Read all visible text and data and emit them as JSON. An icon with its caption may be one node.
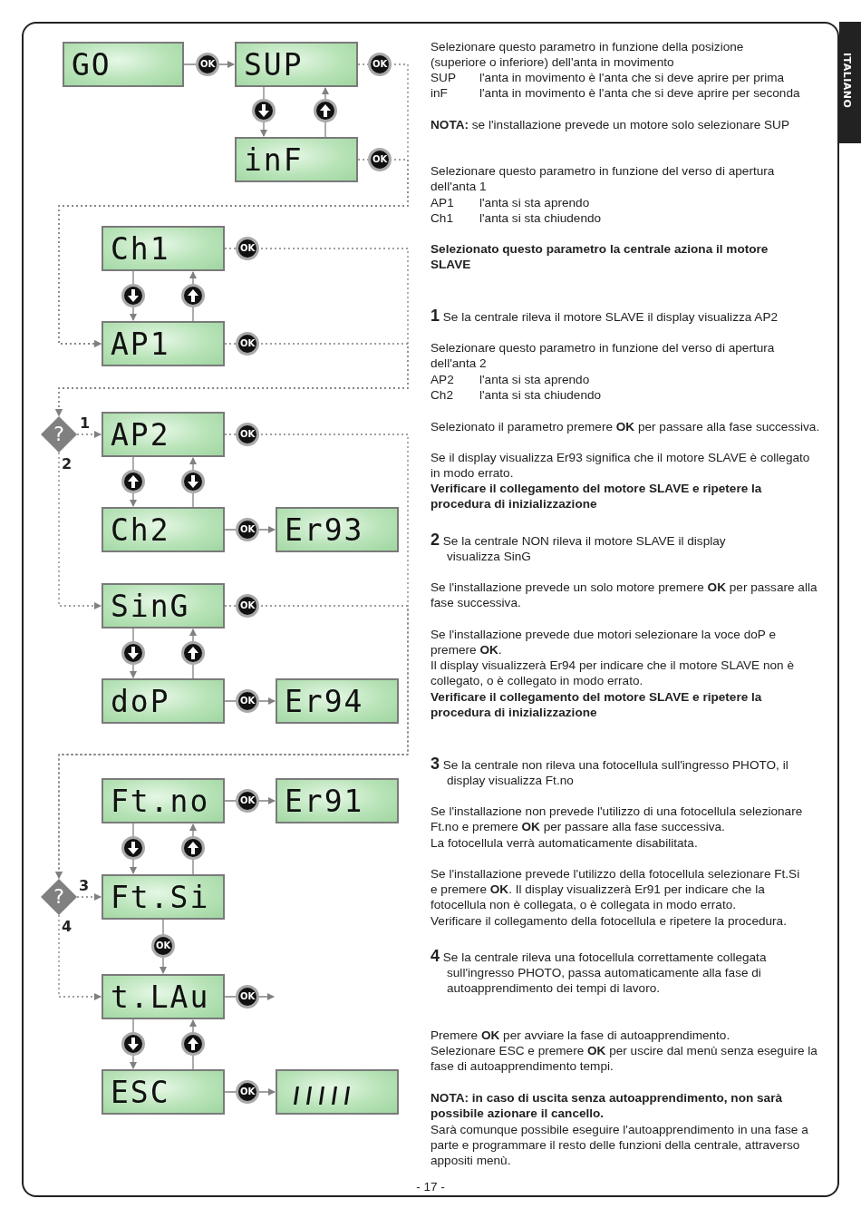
{
  "diagram": {
    "nodes": [
      {
        "text": [
          "GO"
        ]
      },
      {
        "text": [
          "SUP"
        ]
      },
      {
        "text": [
          "inF"
        ]
      },
      {
        "text": [
          "Ch1"
        ]
      },
      {
        "text": [
          "AP1"
        ]
      },
      {
        "text": [
          "?"
        ]
      },
      {
        "text": [
          "AP2"
        ]
      },
      {
        "text": [
          "Ch2"
        ]
      },
      {
        "text": [
          "Er93"
        ]
      },
      {
        "text": [
          "SinG"
        ]
      },
      {
        "text": [
          "doP"
        ]
      },
      {
        "text": [
          "Er94"
        ]
      },
      {
        "text": [
          "?"
        ]
      },
      {
        "text": [
          "Ft.no"
        ]
      },
      {
        "text": [
          "Er91"
        ]
      },
      {
        "text": [
          "Ft.Si"
        ]
      },
      {
        "text": [
          "t.LAu"
        ]
      },
      {
        "text": [
          "ESC"
        ]
      },
      {
        "text": [],
        "shape": "box"
      }
    ],
    "edges": [
      {
        "from": 0,
        "to": 1,
        "arrow": "to",
        "label": "OK"
      },
      {
        "from": 1,
        "to": 2,
        "arrow": "to"
      },
      {
        "from": 2,
        "to": 1,
        "arrow": "to"
      },
      {
        "from": 1,
        "to": 4,
        "arrow": "to",
        "label": "OK",
        "style": "dashed"
      },
      {
        "from": 2,
        "to": 4,
        "arrow": "to",
        "label": "OK",
        "style": "dashed"
      },
      {
        "from": 3,
        "to": 4,
        "arrow": "to"
      },
      {
        "from": 4,
        "to": 3,
        "arrow": "to"
      },
      {
        "from": 3,
        "to": 5,
        "arrow": "to",
        "label": "OK",
        "style": "dashed"
      },
      {
        "from": 4,
        "to": 5,
        "arrow": "to",
        "label": "OK",
        "style": "dashed"
      },
      {
        "from": 5,
        "to": 6,
        "arrow": "to",
        "label": "1",
        "style": "dashed"
      },
      {
        "from": 5,
        "to": 9,
        "arrow": "to",
        "label": "2",
        "style": "dashed"
      },
      {
        "from": 6,
        "to": 7,
        "arrow": "to"
      },
      {
        "from": 7,
        "to": 6,
        "arrow": "to"
      },
      {
        "from": 7,
        "to": 8,
        "arrow": "to",
        "label": "OK"
      },
      {
        "from": 9,
        "to": 10,
        "arrow": "to"
      },
      {
        "from": 10,
        "to": 9,
        "arrow": "to"
      },
      {
        "from": 10,
        "to": 11,
        "arrow": "to",
        "label": "OK"
      },
      {
        "from": 6,
        "to": 12,
        "arrow": "to",
        "label": "OK",
        "style": "dashed"
      },
      {
        "from": 9,
        "to": 12,
        "arrow": "to",
        "label": "OK",
        "style": "dashed"
      },
      {
        "from": 13,
        "to": 14,
        "arrow": "to",
        "label": "OK"
      },
      {
        "from": 13,
        "to": 15,
        "arrow": "to"
      },
      {
        "from": 15,
        "to": 13,
        "arrow": "to"
      },
      {
        "from": 12,
        "to": 15,
        "arrow": "to",
        "label": "3",
        "style": "dashed"
      },
      {
        "from": 12,
        "to": 16,
        "arrow": "to",
        "label": "4",
        "style": "dashed"
      },
      {
        "from": 15,
        "to": 16,
        "arrow": "to",
        "label": "OK"
      },
      {
        "from": 16,
        "to": null,
        "arrow": "to",
        "label": "OK"
      },
      {
        "from": 16,
        "to": 17,
        "arrow": "to"
      },
      {
        "from": 17,
        "to": 16,
        "arrow": "to"
      },
      {
        "from": 17,
        "to": 18,
        "arrow": "to",
        "label": "OK"
      }
    ],
    "labels": [
      "Selezionare questo parametro in funzione della posizione (superiore o inferiore) dell'anta in movimento",
      "SUP",
      "l'anta in movimento è l'anta che si deve aprire per prima",
      "inF",
      "l'anta in movimento è l'anta che si deve aprire per seconda",
      "**NOTA:** se l'installazione prevede un motore solo selezionare SUP",
      "Selezionare questo parametro in funzione del verso di apertura dell'anta 1",
      "AP1",
      "l'anta si sta aprendo",
      "Ch1",
      "l'anta si sta chiudendo",
      "Selezionato questo parametro la centrale aziona il motore SLAVE",
      "**1** Se la centrale rileva il motore SLAVE il display visualizza AP2",
      "Selezionare questo parametro in funzione del verso di apertura dell'anta 2",
      "AP2",
      "l'anta si sta aprendo",
      "Ch2",
      "l'anta si sta chiudendo",
      "Selezionato il parametro premere **OK** per passare alla fase successiva.",
      "Se il display visualizza Er93 significa che il motore SLAVE è collegato in modo errato.",
      "Verificare il collegamento del motore SLAVE e ripetere la procedura di inizializzazione",
      "**2** Se la centrale NON rileva il motore SLAVE il display visualizza SinG",
      "Se l'installazione prevede un solo motore premere **OK** per passare alla fase successiva.",
      "Se l'installazione prevede due motori selezionare la voce doP e premere **OK**.",
      "Il display visualizzerà Er94 per indicare che il motore SLAVE non è collegato, o è collegato in modo errato.",
      "Verificare il collegamento del motore SLAVE e ripetere la procedura di inizializzazione",
      "**3** Se la centrale non rileva una fotocellula sull'ingresso PHOTO, il display visualizza Ft.no",
      "Se l'installazione non prevede l'utilizzo di una fotocellula selezionare Ft.no e premere **OK** per passare alla fase successiva.",
      "La fotocellula verrà automaticamente disabilitata.",
      "Se l'installazione prevede l'utilizzo della fotocellula selezionare Ft.Si e premere **OK**. Il display visualizzerà Er91 per indicare che la fotocellula non è collegata, o è collegata in modo errato.",
      "Verificare il collegamento della fotocellula e ripetere la procedura.",
      "**4** Se la centrale rileva una fotocellula correttamente collegata sull'ingresso PHOTO, passa automaticamente alla fase di autoapprendimento dei tempi di lavoro.",
      "Premere **OK** per avviare la fase di autoapprendimento.",
      "Selezionare ESC e premere **OK** per uscire dal menù senza eseguire la fase di autoapprendimento tempi.",
      "NOTA: in caso di uscita senza autoapprendimento, non sarà possibile azionare il cancello.",
      "Sarà comunque possibile eseguire l'autoapprendimento in una fase a parte e programmare il resto delle funzioni della centrale, attraverso appositi menù.",
      "ITALIANO",
      "- 17 -"
    ]
  }
}
